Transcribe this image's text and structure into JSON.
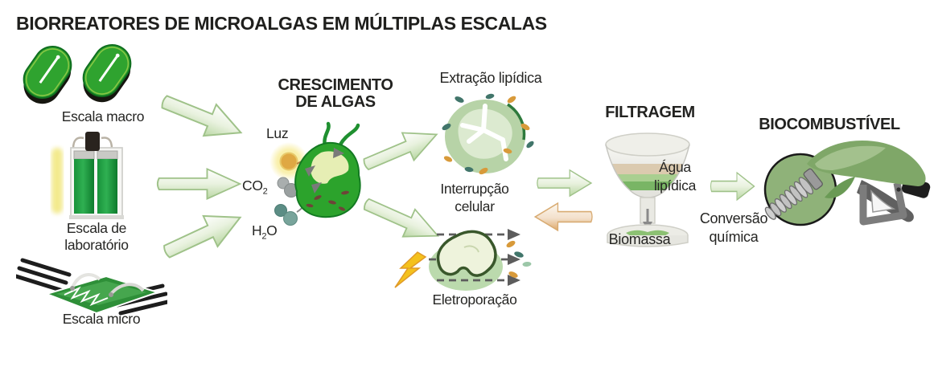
{
  "title": "BIORREATORES DE MICROALGAS EM MÚLTIPLAS ESCALAS",
  "scales": {
    "macro_label": "Escala macro",
    "lab_label_1": "Escala de",
    "lab_label_2": "laboratório",
    "micro_label": "Escala micro"
  },
  "growth": {
    "heading_1": "CRESCIMENTO",
    "heading_2": "DE ALGAS",
    "light_label": "Luz",
    "co2_main": "CO",
    "co2_sub": "2",
    "h2o_part1": "H",
    "h2o_sub": "2",
    "h2o_part2": "O"
  },
  "extraction": {
    "label": "Extração lipídica"
  },
  "disruption": {
    "label_1": "Interrupção",
    "label_2": "celular",
    "electroporation_label": "Eletroporação"
  },
  "filtration": {
    "heading": "FILTRAGEM",
    "water_label_1": "Água",
    "water_label_2": "lipídica",
    "biomass_label": "Biomassa"
  },
  "conversion": {
    "label_1": "Conversão",
    "label_2": "química"
  },
  "biofuel": {
    "heading": "BIOCOMBUSTÍVEL"
  },
  "colors": {
    "algae_green": "#2ca32c",
    "pond_green": "#2fa32f",
    "pale_arrow_green": "#cfe3bd",
    "return_arrow_orange": "#e8c99b",
    "lipid_orange": "#d89a3a",
    "lipid_teal": "#41756a",
    "lightning_yellow": "#f4c11c",
    "text": "#242422"
  }
}
